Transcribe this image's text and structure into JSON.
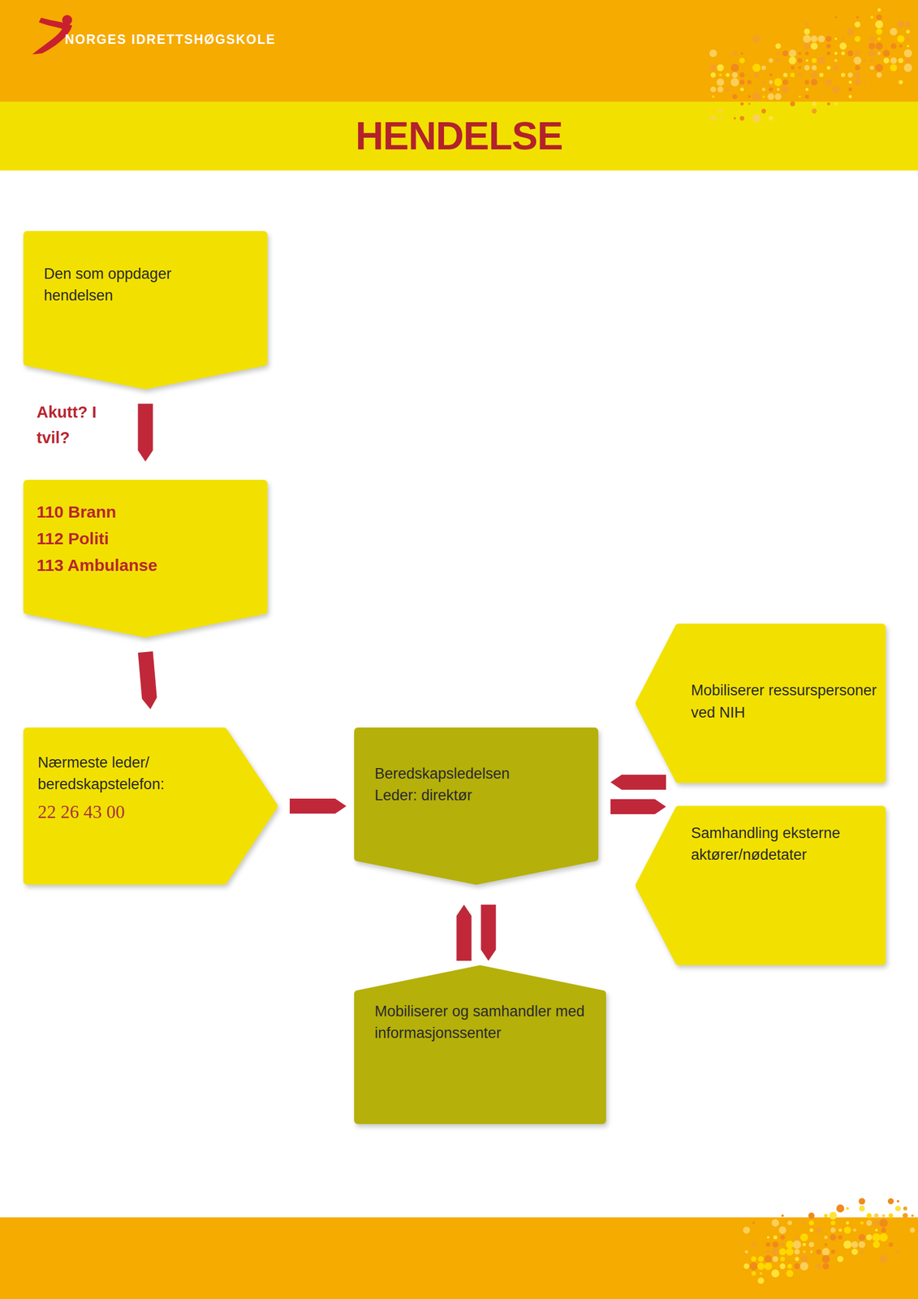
{
  "diagram": {
    "title": "HENDELSE",
    "nodes": [
      {
        "text": [
          "Den som oppdager hendelsen"
        ]
      },
      {
        "text": [
          "110 Brann",
          "112 Politi",
          "113 Ambulanse"
        ]
      },
      {
        "text": [
          "Nærmeste leder/ beredskapstelefon:",
          "22 26 43 00"
        ]
      },
      {
        "text": [
          "Beredskapsledelsen",
          "Leder: direktør"
        ]
      },
      {
        "text": [
          "Mobiliserer ressurspersoner ved NIH"
        ]
      },
      {
        "text": [
          "Samhandling eksterne aktører/nødetater"
        ]
      },
      {
        "text": [
          "Mobiliserer og samhandler med informasjonssenter"
        ]
      }
    ],
    "edges": [
      {
        "from": 0,
        "to": 1,
        "label": "Akutt? I tvil?",
        "arrow": "to"
      },
      {
        "from": 1,
        "to": 2,
        "arrow": "to"
      },
      {
        "from": 2,
        "to": 3,
        "arrow": "to"
      },
      {
        "from": 4,
        "to": 3,
        "arrow": "to"
      },
      {
        "from": 3,
        "to": 5,
        "arrow": "to"
      },
      {
        "from": 6,
        "to": 3,
        "arrow": "to"
      },
      {
        "from": 3,
        "to": 6,
        "arrow": "to"
      }
    ],
    "labels": [
      "NORGES IDRETTSHØGSKOLE"
    ]
  }
}
